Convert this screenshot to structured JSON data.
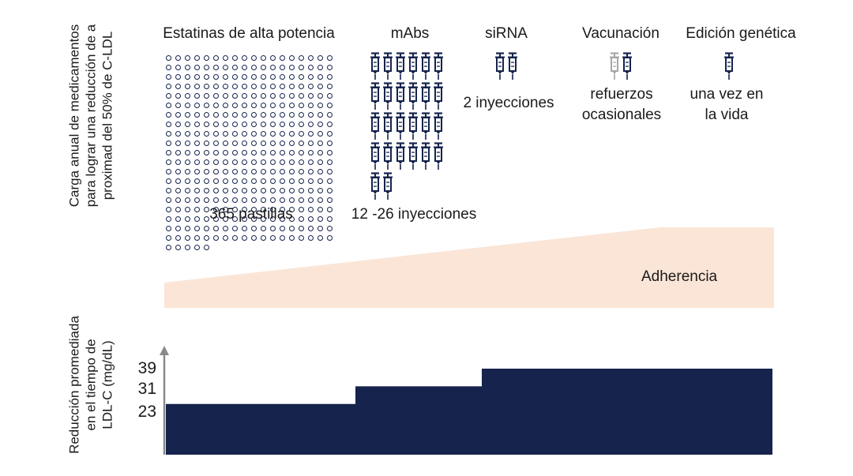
{
  "burden_axis_label": [
    "Carga anual de medicamentos",
    "para lograr una reducción de a",
    "proximad del 50% de C-LDL"
  ],
  "lowering_axis_label": [
    "Reducción promediada",
    "en el tiempo de",
    "LDL-C (mg/dL)"
  ],
  "therapies": [
    {
      "name": "Estatinas de alta potencia",
      "caption": [
        "365 pastillas"
      ]
    },
    {
      "name": "mAbs",
      "caption": [
        "12 -26 inyecciones"
      ]
    },
    {
      "name": "siRNA",
      "caption": [
        "2 inyecciones"
      ]
    },
    {
      "name": "Vacunación",
      "caption": [
        "refuerzos",
        "ocasionales"
      ]
    },
    {
      "name": "Edición genética",
      "caption": [
        "una vez en",
        "la vida"
      ]
    }
  ],
  "icons": {
    "pill": "pill-icon",
    "syringe": "syringe-icon"
  },
  "colors": {
    "navy": "#15234d",
    "gray": "#a7a7a7",
    "band": "#fbe5d6"
  },
  "adherence_label": "Adherencia",
  "chart_data": {
    "type": "area",
    "ylabel": "Reducción promediada en el tiempo de LDL-C (mg/dL)",
    "yticks": [
      23,
      31,
      39
    ],
    "steps": [
      {
        "segment": "Estatinas / mAbs",
        "value": 23
      },
      {
        "segment": "mAbs / siRNA",
        "value": 31
      },
      {
        "segment": "siRNA / Vacunación / Edición genética",
        "value": 39
      }
    ]
  }
}
